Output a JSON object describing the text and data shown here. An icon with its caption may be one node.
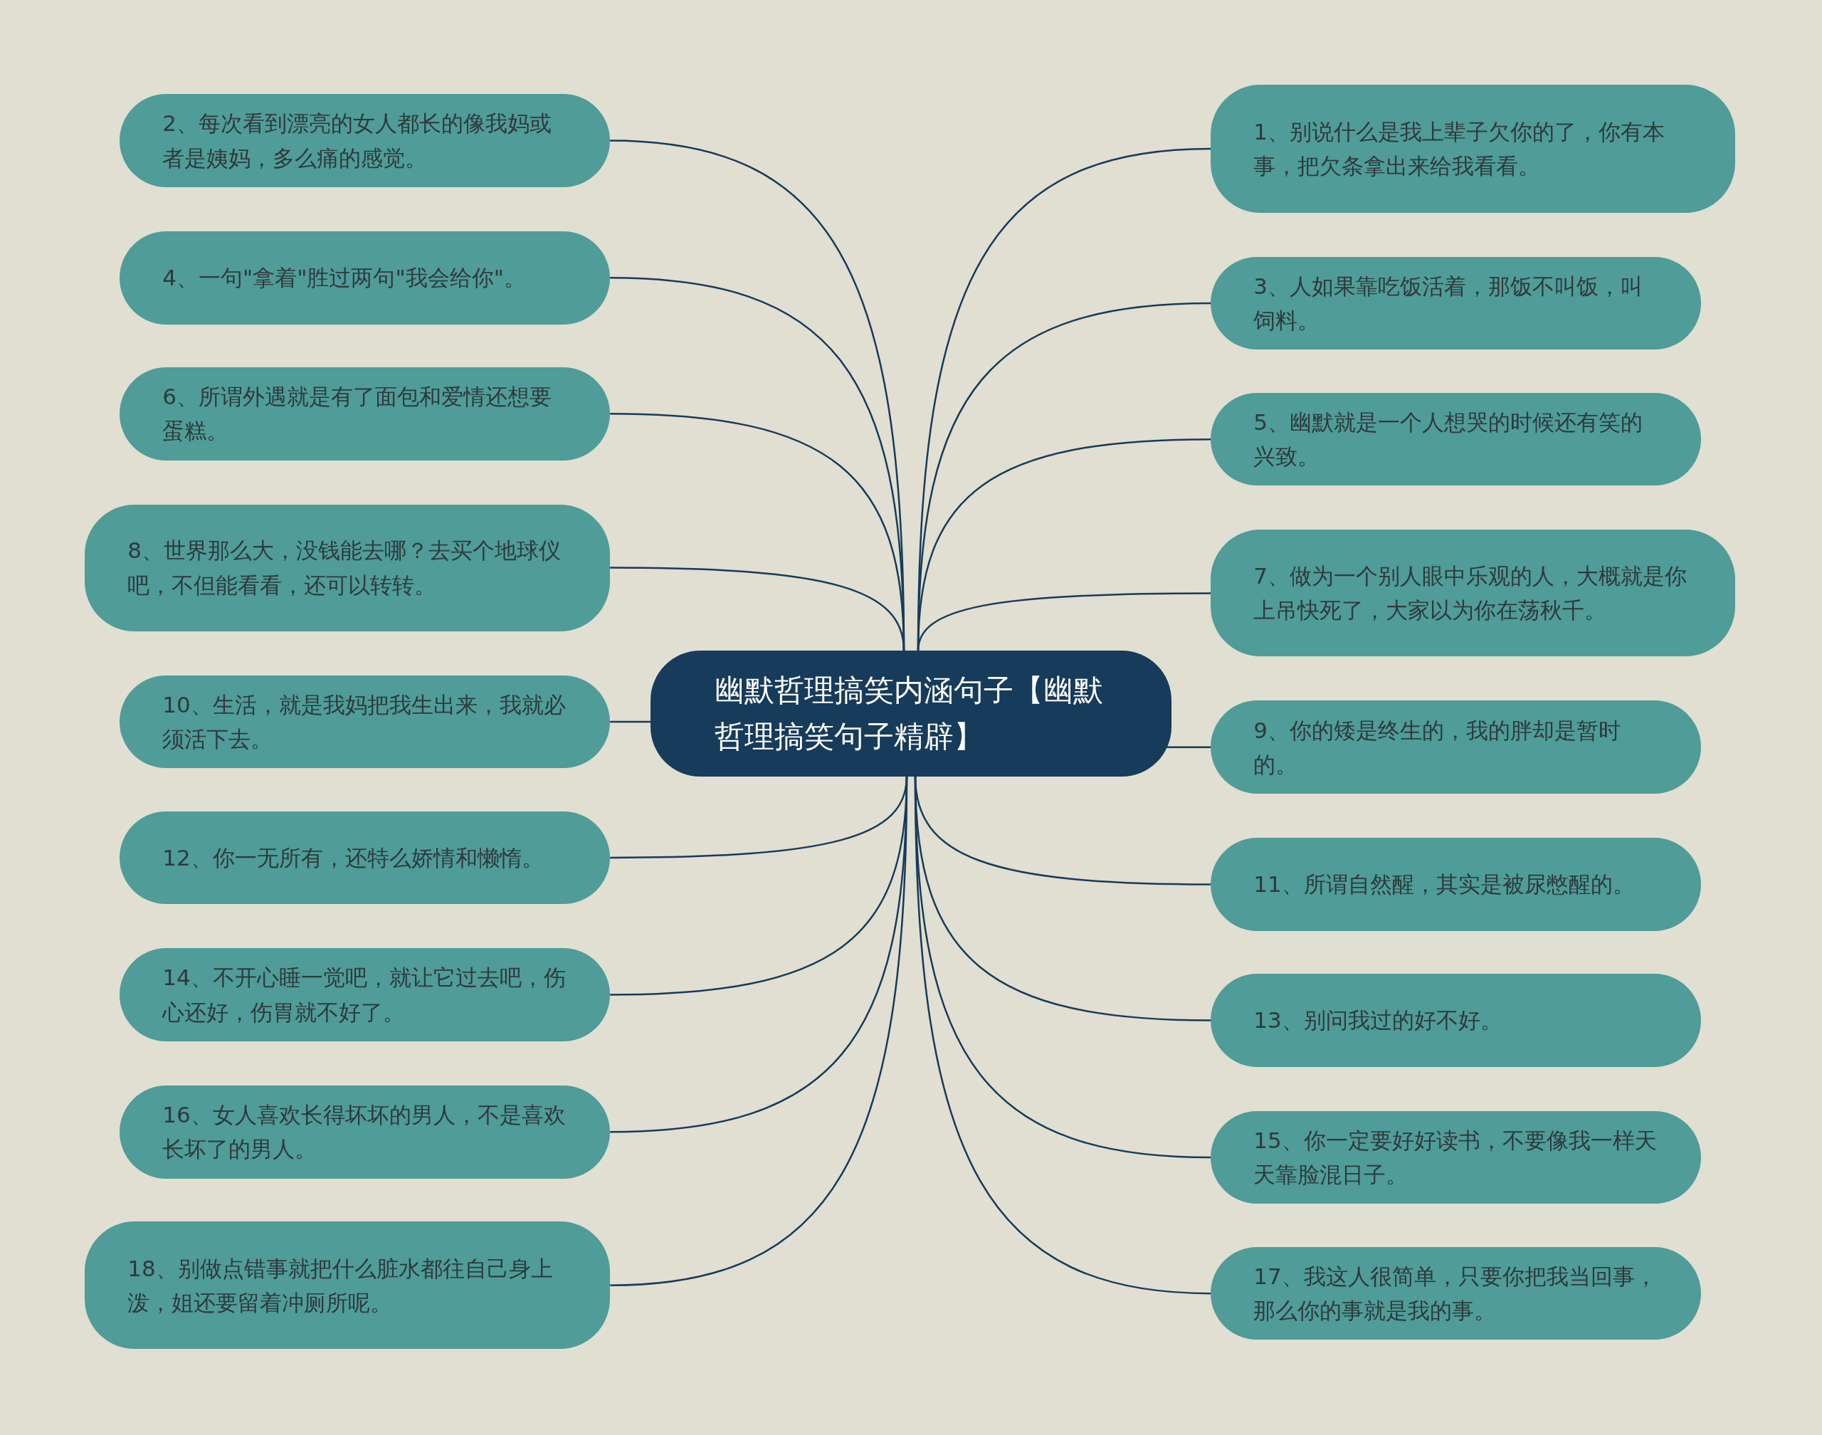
{
  "diagram": {
    "nodes": [
      {
        "text": [
          "幽默哲理搞笑内涵句子【幽默哲理搞笑句子精辟】"
        ]
      },
      {
        "text": [
          "1、别说什么是我上辈子欠你的了，你有本事，把欠条拿出来给我看看。"
        ]
      },
      {
        "text": [
          "2、每次看到漂亮的女人都长的像我妈或者是姨妈，多么痛的感觉。"
        ]
      },
      {
        "text": [
          "3、人如果靠吃饭活着，那饭不叫饭，叫饲料。"
        ]
      },
      {
        "text": [
          "4、一句\"拿着\"胜过两句\"我会给你\"。"
        ]
      },
      {
        "text": [
          "5、幽默就是一个人想哭的时候还有笑的兴致。"
        ]
      },
      {
        "text": [
          "6、所谓外遇就是有了面包和爱情还想要蛋糕。"
        ]
      },
      {
        "text": [
          "7、做为一个别人眼中乐观的人，大概就是你上吊快死了，大家以为你在荡秋千。"
        ]
      },
      {
        "text": [
          "8、世界那么大，没钱能去哪？去买个地球仪吧，不但能看看，还可以转转。"
        ]
      },
      {
        "text": [
          "9、你的矮是终生的，我的胖却是暂时的。"
        ]
      },
      {
        "text": [
          "10、生活，就是我妈把我生出来，我就必须活下去。"
        ]
      },
      {
        "text": [
          "11、所谓自然醒，其实是被尿憋醒的。"
        ]
      },
      {
        "text": [
          "12、你一无所有，还特么娇情和懒惰。"
        ]
      },
      {
        "text": [
          "13、别问我过的好不好。"
        ]
      },
      {
        "text": [
          "14、不开心睡一觉吧，就让它过去吧，伤心还好，伤胃就不好了。"
        ]
      },
      {
        "text": [
          "15、你一定要好好读书，不要像我一样天天靠脸混日子。"
        ]
      },
      {
        "text": [
          "16、女人喜欢长得坏坏的男人，不是喜欢长坏了的男人。"
        ]
      },
      {
        "text": [
          "17、我这人很简单，只要你把我当回事，那么你的事就是我的事。"
        ]
      },
      {
        "text": [
          "18、别做点错事就把什么脏水都往自己身上泼，姐还要留着冲厕所呢。"
        ]
      }
    ],
    "edges": [
      {
        "from": 0,
        "to": 1,
        "arrow": "none"
      },
      {
        "from": 0,
        "to": 2,
        "arrow": "none"
      },
      {
        "from": 0,
        "to": 3,
        "arrow": "none"
      },
      {
        "from": 0,
        "to": 4,
        "arrow": "none"
      },
      {
        "from": 0,
        "to": 5,
        "arrow": "none"
      },
      {
        "from": 0,
        "to": 6,
        "arrow": "none"
      },
      {
        "from": 0,
        "to": 7,
        "arrow": "none"
      },
      {
        "from": 0,
        "to": 8,
        "arrow": "none"
      },
      {
        "from": 0,
        "to": 9,
        "arrow": "none"
      },
      {
        "from": 0,
        "to": 10,
        "arrow": "none"
      },
      {
        "from": 0,
        "to": 11,
        "arrow": "none"
      },
      {
        "from": 0,
        "to": 12,
        "arrow": "none"
      },
      {
        "from": 0,
        "to": 13,
        "arrow": "none"
      },
      {
        "from": 0,
        "to": 14,
        "arrow": "none"
      },
      {
        "from": 0,
        "to": 15,
        "arrow": "none"
      },
      {
        "from": 0,
        "to": 16,
        "arrow": "none"
      },
      {
        "from": 0,
        "to": 17,
        "arrow": "none"
      },
      {
        "from": 0,
        "to": 18,
        "arrow": "none"
      }
    ]
  }
}
